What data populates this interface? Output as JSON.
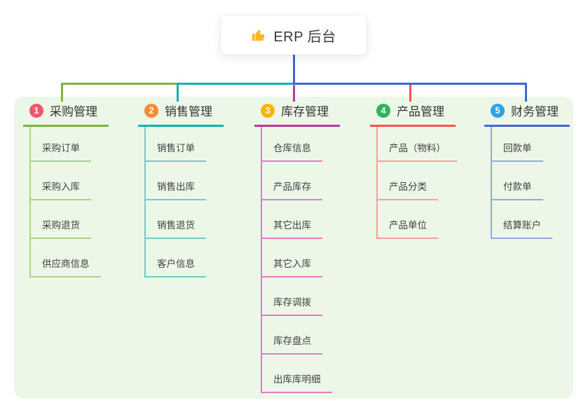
{
  "root": {
    "icon": "thumbs-up",
    "label": "ERP 后台",
    "connector_color": "#4565cf"
  },
  "panel_color": "#edf7e8",
  "branches": [
    {
      "index": "1",
      "label": "采购管理",
      "badge_color": "#f2566e",
      "line_color": "#7db63e",
      "child_line_color": "#a9d488",
      "children": [
        "采购订单",
        "采购入库",
        "采购退货",
        "供应商信息"
      ]
    },
    {
      "index": "2",
      "label": "销售管理",
      "badge_color": "#f78b33",
      "line_color": "#14b1ac",
      "child_line_color": "#72ccc6",
      "children": [
        "销售订单",
        "销售出库",
        "销售退货",
        "客户信息"
      ]
    },
    {
      "index": "3",
      "label": "库存管理",
      "badge_color": "#feb403",
      "line_color": "#c0399f",
      "child_line_color": "#e87bbd",
      "children": [
        "仓库信息",
        "产品库存",
        "其它出库",
        "其它入库",
        "库存调拨",
        "库存盘点",
        "出库库明细"
      ]
    },
    {
      "index": "4",
      "label": "产品管理",
      "badge_color": "#2eb45c",
      "line_color": "#f4534e",
      "child_line_color": "#f7a09a",
      "children": [
        "产品（物料）",
        "产品分类",
        "产品单位"
      ]
    },
    {
      "index": "5",
      "label": "财务管理",
      "badge_color": "#2aa5e4",
      "line_color": "#4565cf",
      "child_line_color": "#92a8e2",
      "children": [
        "回款单",
        "付款单",
        "结算账户"
      ]
    }
  ]
}
